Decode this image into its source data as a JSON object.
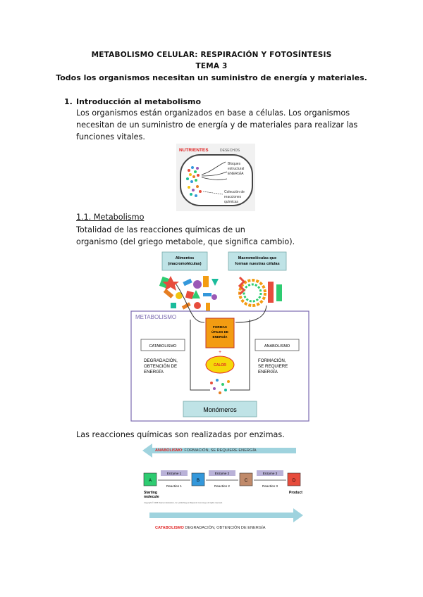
{
  "header": {
    "line1": "METABOLISMO CELULAR: RESPIRACIÓN Y FOTOSÍNTESIS",
    "line2": "TEMA 3",
    "line3": "Todos los organismos necesitan un suministro de energía y materiales."
  },
  "section1": {
    "number": "1.",
    "title": "Introducción al metabolismo",
    "paragraph": [
      "Los organismos están organizados en base a células. Los organismos",
      "necesitan de un suministro de energía y de materiales para realizar las",
      "funciones vitales."
    ]
  },
  "figure1": {
    "nutrients": "NUTRIENTES",
    "waste": "DESECHOS",
    "blocks": [
      "Bloques",
      "estructural"
    ],
    "energy": "ENERGÍA",
    "reactions": [
      "Colección de",
      "reacciones",
      "químicas"
    ]
  },
  "section11": {
    "title": "1.1. Metabolismo",
    "paragraph": [
      "Totalidad de las reacciones químicas de un",
      "organismo (del griego metabole, que significa cambio)."
    ]
  },
  "figure2": {
    "foods": [
      "Alimentos",
      "(macromoléculas)"
    ],
    "macro": [
      "Macromoléculas que",
      "forman nuestras células"
    ],
    "metabolismo": "METABOLISMO",
    "formas": [
      "FORMAS",
      "ÚTILES DE",
      "ENERGÍA"
    ],
    "plus": "+",
    "calor": "CALOR",
    "catabolismo": "CATABOLISMO",
    "anabolismo": "ANABOLISMO",
    "degradacion": [
      "DEGRADACIÓN,",
      "OBTENCIÓN DE",
      "ENERGÍA"
    ],
    "formacion": [
      "FORMACIÓN,",
      "SE REQUIERE",
      "ENERGÍA"
    ],
    "monomeros": "Monómeros"
  },
  "enzymes_text": "Las reacciones químicas son realizadas por enzimas.",
  "figure3": {
    "anabolismo": "ANABOLISMO",
    "anabolismo_desc": ": FORMACIÓN, SE REQUIERE ENERGÍA",
    "catabolismo": "CATABOLISMO",
    "catabolismo_desc": " DEGRADACIÓN, OBTENCIÓN DE ENERGÍA",
    "nodes": [
      "A",
      "B",
      "C",
      "D"
    ],
    "enzymes": [
      "Enzyme 1",
      "Enzyme 2",
      "Enzyme 3"
    ],
    "reactions": [
      "Reaction 1",
      "Reaction 2",
      "Reaction 3"
    ],
    "starting": [
      "Starting",
      "molecule"
    ],
    "product": "Product",
    "copyright": "Copyright © 2005 Pearson Education, Inc. publishing as Benjamin Cummings. All rights reserved."
  },
  "colors": {
    "red": "#e02424",
    "orange": "#f39c12",
    "yellow": "#f5d90a",
    "teal_box": "#bfe3e6",
    "purple_border": "#7b6bb0",
    "arrow_blue": "#9fd3de"
  }
}
